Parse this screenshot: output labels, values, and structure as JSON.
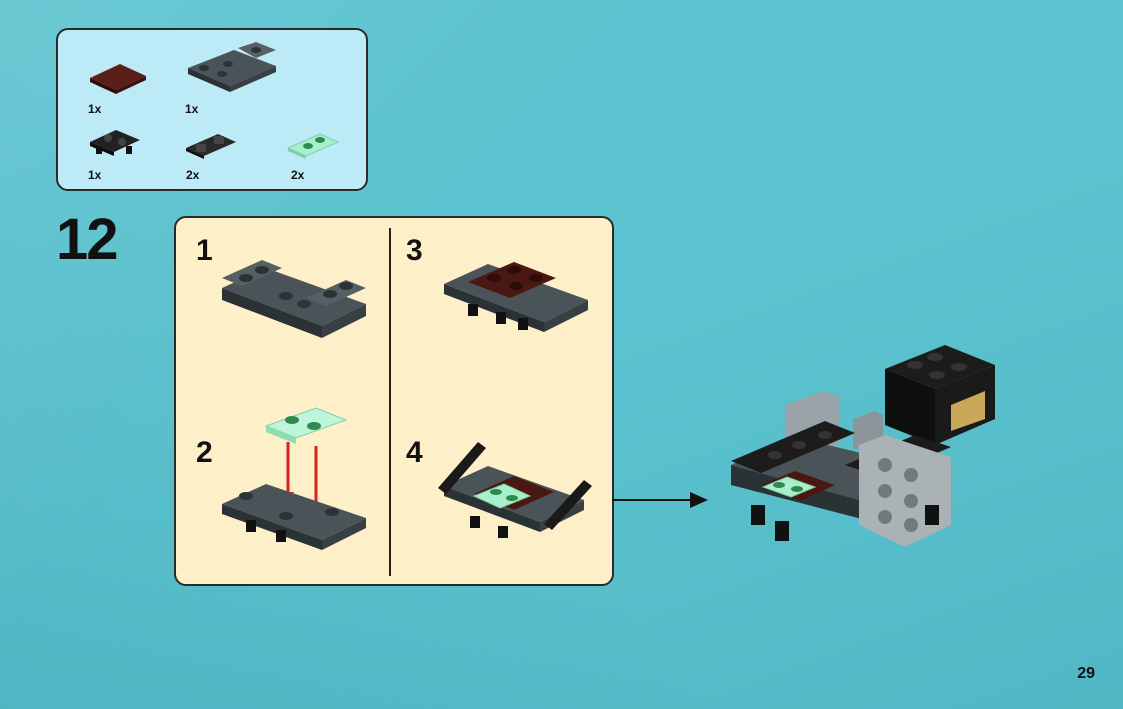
{
  "parts_list": {
    "items": [
      {
        "name": "reddish-brown-plate-2x2",
        "quantity": "1x"
      },
      {
        "name": "dark-grey-inverted-slope",
        "quantity": "1x"
      },
      {
        "name": "black-clip-plate",
        "quantity": "1x"
      },
      {
        "name": "black-clip-tile",
        "quantity": "2x"
      },
      {
        "name": "transparent-green-plate-1x2",
        "quantity": "2x"
      }
    ]
  },
  "step": {
    "number": "12",
    "substeps": [
      {
        "label": "1"
      },
      {
        "label": "2"
      },
      {
        "label": "3"
      },
      {
        "label": "4"
      }
    ]
  },
  "colors": {
    "background": "#5bc3cf",
    "parts_box": "#bdeaf7",
    "substep_panel": "#fdf0c9",
    "arrow": "#d62020",
    "dark_grey": "#4a5458",
    "reddish_brown": "#4a1812",
    "trans_green": "#a8f0cc"
  },
  "page": {
    "number": "29"
  }
}
